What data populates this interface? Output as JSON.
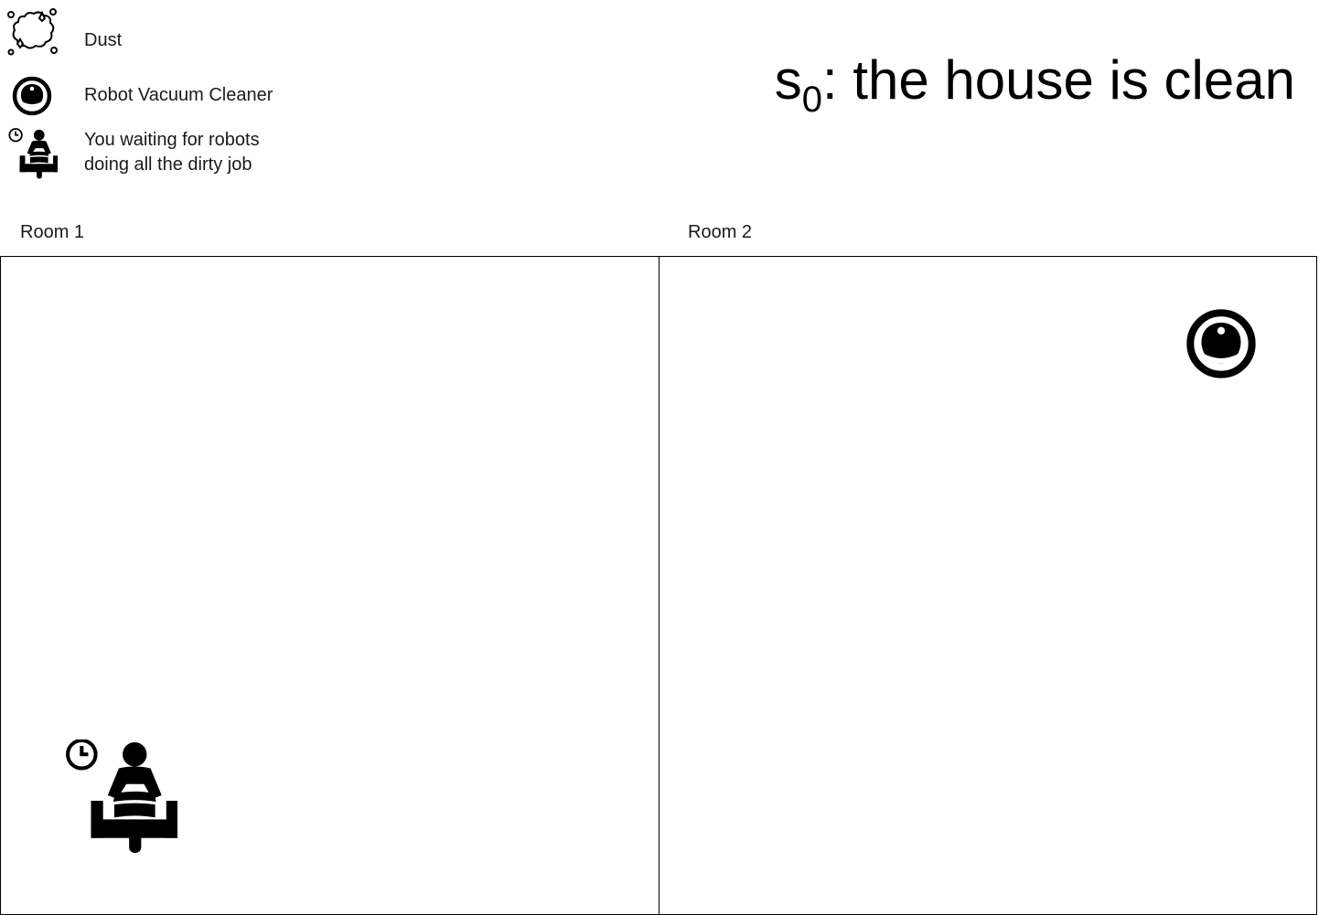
{
  "legend": {
    "items": [
      {
        "icon": "dust-icon",
        "label": "Dust"
      },
      {
        "icon": "robot-vacuum-icon",
        "label": "Robot Vacuum Cleaner"
      },
      {
        "icon": "waiting-person-icon",
        "label_line1": "You waiting for robots",
        "label_line2": "doing all the dirty job"
      }
    ]
  },
  "title": {
    "state_symbol": "s",
    "state_index": "0",
    "text": ": the house is clean"
  },
  "rooms": [
    {
      "label": "Room 1",
      "contents": [
        "waiting-person-icon"
      ]
    },
    {
      "label": "Room 2",
      "contents": [
        "robot-vacuum-icon"
      ]
    }
  ],
  "colors": {
    "stroke": "#000000",
    "background": "#ffffff"
  }
}
